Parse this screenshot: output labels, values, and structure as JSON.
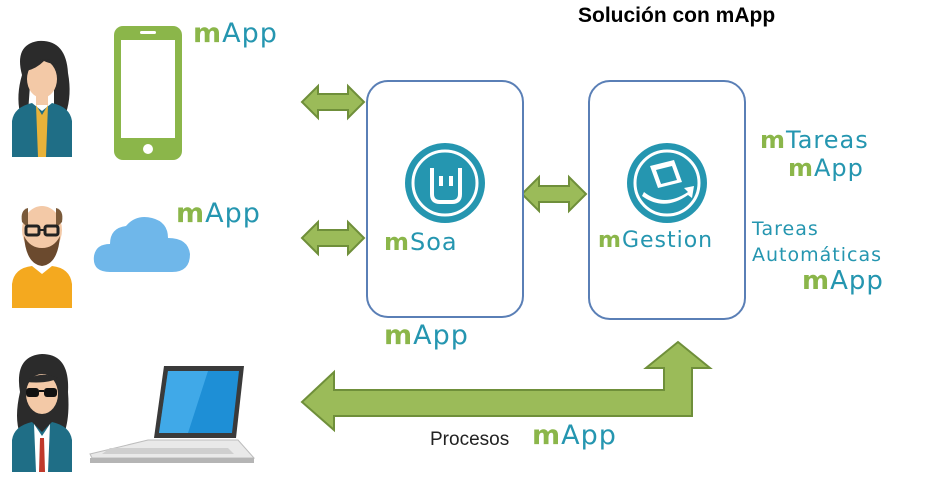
{
  "title": "Solución con mApp",
  "labels": {
    "phone_app": {
      "m": "m",
      "rest": "App"
    },
    "cloud_app": {
      "m": "m",
      "rest": "App"
    },
    "msoa_below": {
      "m": "m",
      "rest": "App"
    },
    "procesos_app": {
      "m": "m",
      "rest": "App"
    },
    "mtareas": {
      "m": "m",
      "rest": "Tareas"
    },
    "mtareas_app": {
      "m": "m",
      "rest": "App"
    },
    "tareas_line1": "Tareas",
    "tareas_line2": "Automáticas",
    "tareas_app": {
      "m": "m",
      "rest": "App"
    },
    "procesos": "Procesos"
  },
  "nodes": {
    "msoa": {
      "m": "m",
      "rest": "Soa"
    },
    "mgestion": {
      "m": "m",
      "rest": "Gestion"
    }
  },
  "colors": {
    "brand_green": "#8bb64a",
    "brand_teal": "#2596b0",
    "arrow_fill": "#9bbb59",
    "arrow_stroke": "#6f8f3a",
    "box_border": "#5a7fb6",
    "cloud": "#6fb7ea"
  },
  "icons": [
    "woman-user-icon",
    "bald-man-user-icon",
    "sunglasses-woman-user-icon",
    "smartphone-icon",
    "cloud-icon",
    "laptop-icon",
    "msoa-logo-icon",
    "mgestion-logo-icon"
  ]
}
